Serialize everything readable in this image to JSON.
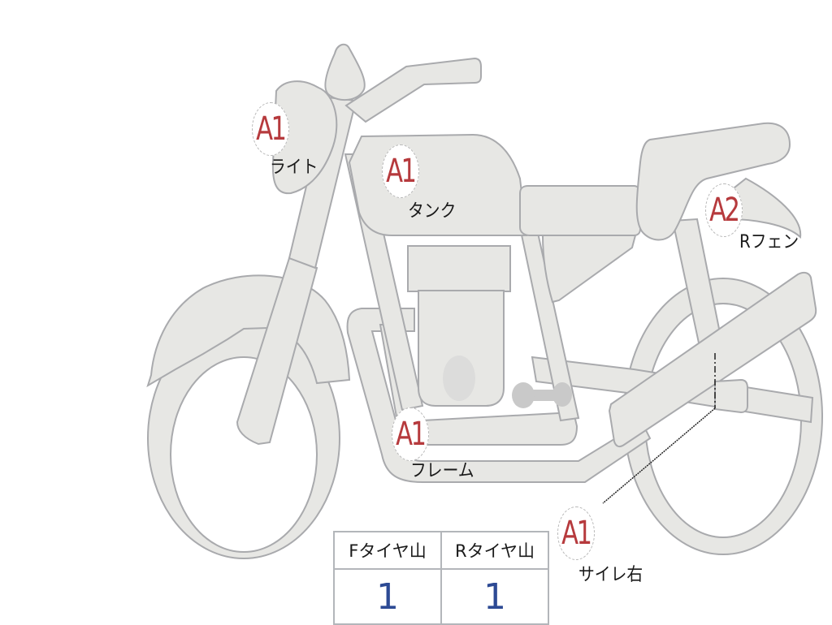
{
  "diagram": {
    "subject": "motorcycle damage/inspection chart",
    "colors": {
      "part_fill": "#e7e7e4",
      "part_outline": "#a9aaad",
      "grade_text": "#b63a3d",
      "value_text": "#2d4a94"
    },
    "markers": [
      {
        "grade": "A1",
        "label": "ライト"
      },
      {
        "grade": "A1",
        "label": "タンク"
      },
      {
        "grade": "A2",
        "label": "Rフェン"
      },
      {
        "grade": "A1",
        "label": "フレーム"
      },
      {
        "grade": "A1",
        "label": "サイレ右"
      }
    ],
    "tire_table": {
      "headers": [
        "Fタイヤ山",
        "Rタイヤ山"
      ],
      "values": [
        "1",
        "1"
      ]
    }
  }
}
